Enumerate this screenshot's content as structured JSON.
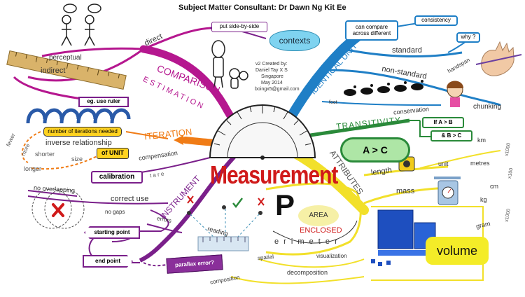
{
  "header": {
    "title": "Subject Matter Consultant: Dr Dawn Ng Kit Ee"
  },
  "credit": {
    "line1": "v2 Created by:",
    "line2": "Daniel Tay X S",
    "line3": "Singapore",
    "line4": "May 2014",
    "line5": "boingx5@gmail.com"
  },
  "center": {
    "label": "Measurement"
  },
  "comparison": {
    "branch": "COMPARISON",
    "sub": "ESTIMATION",
    "direct": "direct",
    "indirect": "indirect",
    "perceptual": "perceptual",
    "use_ruler": "eg. use ruler",
    "put_side": "put side-by-side",
    "contexts": "contexts"
  },
  "identical_unit": {
    "branch": "IDENTICAL UNIT",
    "standard": "standard",
    "non_standard": "non-standard",
    "can_compare": "can compare across different",
    "consistency": "consistency",
    "why": "why ?",
    "handspan": "handspan",
    "foot": "foot",
    "chunking": "chunking"
  },
  "transitivity": {
    "branch": "TRANSITIVITY",
    "conservation": "conservation",
    "rule1": "If A > B",
    "rule2": "& B > C",
    "result": "A > C"
  },
  "iteration": {
    "branch": "ITERATION",
    "iterations_needed": "number of iterations needed",
    "inverse": "inverse relationship",
    "fewer": "fewer",
    "more": "more",
    "shorter": "shorter",
    "longer": "longer",
    "size": "size",
    "of_unit": "of UNIT"
  },
  "instrument": {
    "branch": "INSTRUMENT",
    "compensation": "compensation",
    "calibration": "calibration",
    "tare": "t a r e",
    "no_overlapping": "no overlapping",
    "correct_use": "correct use",
    "no_gaps": "no gaps",
    "errors": "errors",
    "starting_point": "starting point",
    "end_point": "end point",
    "parallax": "parallax error?",
    "reading": "reading"
  },
  "attributes": {
    "branch": "ATTRIBUTES",
    "length": "length",
    "unit": "unit",
    "km": "km",
    "metres": "metres",
    "cm": "cm",
    "mass": "mass",
    "kg": "kg",
    "gram": "gram",
    "x1000a": "x1000",
    "x100": "x100",
    "x1000b": "x1000",
    "area": "AREA",
    "enclosed": "ENCLOSED",
    "perimeter_p": "P",
    "perimeter_rest": "e r i m e t e r",
    "spatial": "spatial",
    "visualization": "visualization",
    "decomposition": "decomposition",
    "composition": "composition",
    "volume": "volume"
  },
  "colors": {
    "comparison": "#b5178f",
    "identical": "#1f7fc6",
    "transitivity": "#2a8a3a",
    "iteration": "#f07c16",
    "instrument": "#7a1f8a",
    "attributes": "#f2e02a",
    "center_text": "#d01a1a"
  }
}
